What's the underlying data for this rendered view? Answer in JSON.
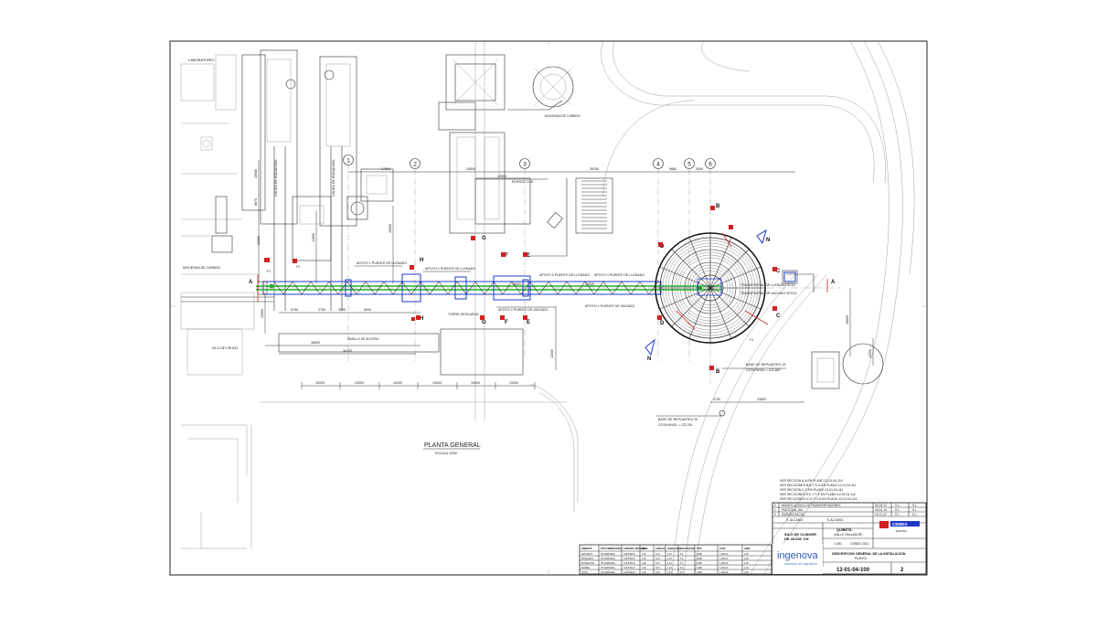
{
  "drawing": {
    "title": "PLANTA GENERAL",
    "scale": "ESCALA 1/250",
    "labels": {
      "laboratorio": "LABORATORIO",
      "molienda": "MOLIENDA DE CARBON",
      "silo_crudo": "SILO DE CRUDO",
      "torre": "TORRE DESCARGA",
      "pasillo": "PASILLO DE ACCESO",
      "cintas": "CINTAS DE RODADURA",
      "edificio": "EDIFICIO COG"
    },
    "axes": [
      "1",
      "2",
      "3",
      "4",
      "5",
      "6"
    ],
    "section_letters": [
      "A",
      "B",
      "C",
      "D",
      "E",
      "F",
      "G",
      "H",
      "N"
    ],
    "dimensions": {
      "top_1": "17800",
      "top_2": "34500",
      "top_3": "26250",
      "top_4": "9880",
      "top_5": "3000",
      "left_1": "10900",
      "left_2": "8670",
      "left_3": "14850",
      "left_4": "13900",
      "mid_1": "6750",
      "mid_2": "2750",
      "mid_3": "6000",
      "mid_4": "3000",
      "mid_5": "34100",
      "mid_6": "38300",
      "mid_7": "18000",
      "mid_8": "20000",
      "bottom": [
        "10000",
        "10000",
        "10000",
        "10000",
        "10000",
        "10000"
      ],
      "right_1": "18000",
      "right_2": "22500",
      "right_3": "4730",
      "right_4": "22800",
      "v1": "12300",
      "v2": "45000",
      "v3": "12500",
      "v4": "12000"
    },
    "annotations": {
      "apoyo1_llenado": "APOYO 1 PUENTE DE LLENADO",
      "apoyo2_llenado": "APOYO 2 PUENTE DE LLENADO",
      "apoyo3_llenado": "APOYO 3 PUENTE DE LLENADO",
      "apoyo4_llenado": "APOYO 4 PUENTE DE LLENADO",
      "apoyo2_vaciado": "APOYO 2 PUENTE DE VACIADO",
      "apoyo1_vaciado": "APOYO 1 PUENTE DE VACIADO",
      "transp_llenado": "TRANSPORTADOR LLENADO SC01",
      "transp_vaciado": "TRANSPORTADOR VACIADO SPC02",
      "base_rep_1": "BASE DE REPLANTEO 19",
      "cota_1": "COTA NIVEL = 122,887",
      "base_rep_2": "BASE DE REPLANTEO 20",
      "cota_2": "COTA NIVEL = 122,291",
      "f1": "F1",
      "f2": "F2",
      "f3": "F3"
    },
    "references": [
      "VER SECCION A-A EN PLANO 12-01-04-110",
      "VER SECCIONES B-B Y D-D EN PLANO 12-01-04-111",
      "VER SECCION C-C EN PLANO 12-01-04-111",
      "VER SECCIONES E-E Y F-F EN PLANO 12-01-04-112",
      "VER SECCIONES G-G Y H-H EN PLANO 12-01-04-113"
    ]
  },
  "title_block": {
    "revisions": [
      {
        "rev": "2",
        "text": "MODIFICACION LOS TRANSPORTADORES",
        "date": "30-03-13",
        "a": "S.L.",
        "b": "S.L."
      },
      {
        "rev": "1",
        "text": "PUESTA AL DIA",
        "date": "15-01-13",
        "a": "S.L.",
        "b": "S.L."
      },
      {
        "rev": "0",
        "text": "EMISION INICIAL",
        "date": "19-11-12",
        "a": "S.L.",
        "b": "S.L."
      }
    ],
    "drawn_by": "S. ALCANIZ",
    "checked_by": "S.ALCANIZ",
    "project": "SILO DE CLINKER",
    "capacity": "DE 25.000 T/H",
    "location": "QUIRETA",
    "location_sub": "(VALLE SALVADOR)",
    "scale": "1:250",
    "client": "CEMEX",
    "client_sub": "ESPAÑA",
    "job": "CEMEX 2012",
    "description": "DESCRIPCION GENERAL DE LA INSTALACION",
    "description_sub": "PLANTA",
    "drawing_no": "12-01-04-100",
    "sheet": "2",
    "company": "ingenova",
    "company_sub": "servicios de ingeniería"
  },
  "table": {
    "headers": [
      "CIMIENTO",
      "TIPO CIMENTACION",
      "CONTROL MATERIAL",
      "NIVEL",
      "CARGAS",
      "CARGA MAX",
      "EXCAVACION",
      "TIPO",
      "COTA",
      "AREA"
    ],
    "rows": [
      [
        "AROSAPIC",
        "HN 30/B/20/IIa",
        "CONTINUO",
        "1,50",
        "10,5",
        "1,23",
        "5,0",
        "0,080",
        "1.320,00",
        "2,00"
      ],
      [
        "BANQUETA",
        "HN 30/B/20/IIa",
        "CONTINUO",
        "1,50",
        "10,5",
        "1,23",
        "5,0",
        "0,080",
        "1.320,00",
        "2,00"
      ],
      [
        "FUNDACION",
        "HN 30/B/20/IIa",
        "CONTINUO",
        "1,50",
        "10,5",
        "1,23",
        "5,0",
        "0,080",
        "1.320,00",
        "2,00"
      ],
      [
        "FIRMES",
        "HN 30/B/20/IIa",
        "CONTINUO",
        "1,50",
        "10,5",
        "1,23",
        "5,0",
        "0,080",
        "1.320,00",
        "2,00"
      ],
      [
        "TOTAL",
        "HN 30/B/20/IIa",
        "CONTINUO",
        "1,50",
        "10,5",
        "1,23",
        "5,0",
        "0,080",
        "1.320,00",
        "2,00"
      ]
    ]
  }
}
